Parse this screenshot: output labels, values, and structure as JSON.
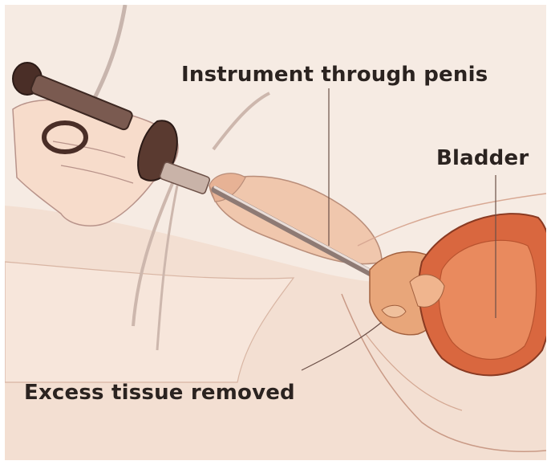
{
  "labels": {
    "instrument": "Instrument through penis",
    "bladder": "Bladder",
    "tissue": "Excess tissue removed"
  },
  "colors": {
    "background": "#f6ebe3",
    "skin": "#f2d4c0",
    "tissue": "#e8a67a",
    "bladder": "#d9673f",
    "instrument": "#5a3a30",
    "label_text": "#2b2320"
  }
}
